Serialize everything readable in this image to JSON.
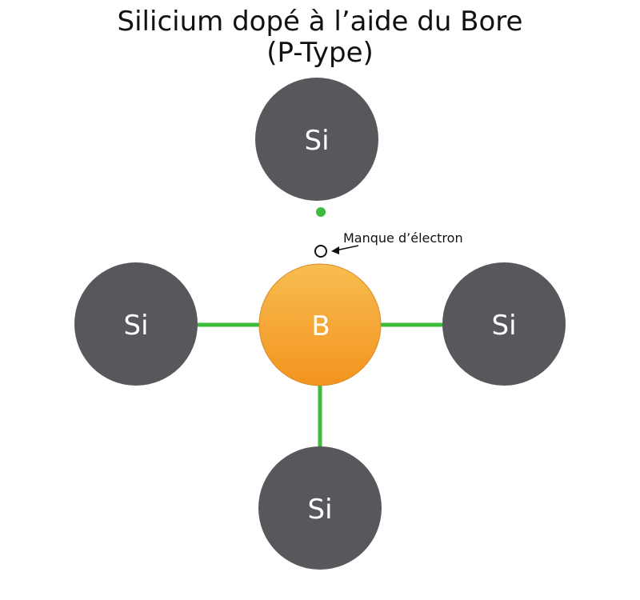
{
  "title": {
    "line1": "Silicium dopé à l’aide du Bore",
    "line2": "(P-Type)"
  },
  "atoms": {
    "top": "Si",
    "left": "Si",
    "right": "Si",
    "bottom": "Si",
    "center": "B"
  },
  "annotation": {
    "hole_label": "Manque d’électron"
  },
  "colors": {
    "silicon_atom": "#58585c",
    "boron_top": "#f8bd50",
    "boron_bottom": "#f39320",
    "bond": "#3dbb3d",
    "electron": "#3dbb3d",
    "text": "#111111"
  }
}
